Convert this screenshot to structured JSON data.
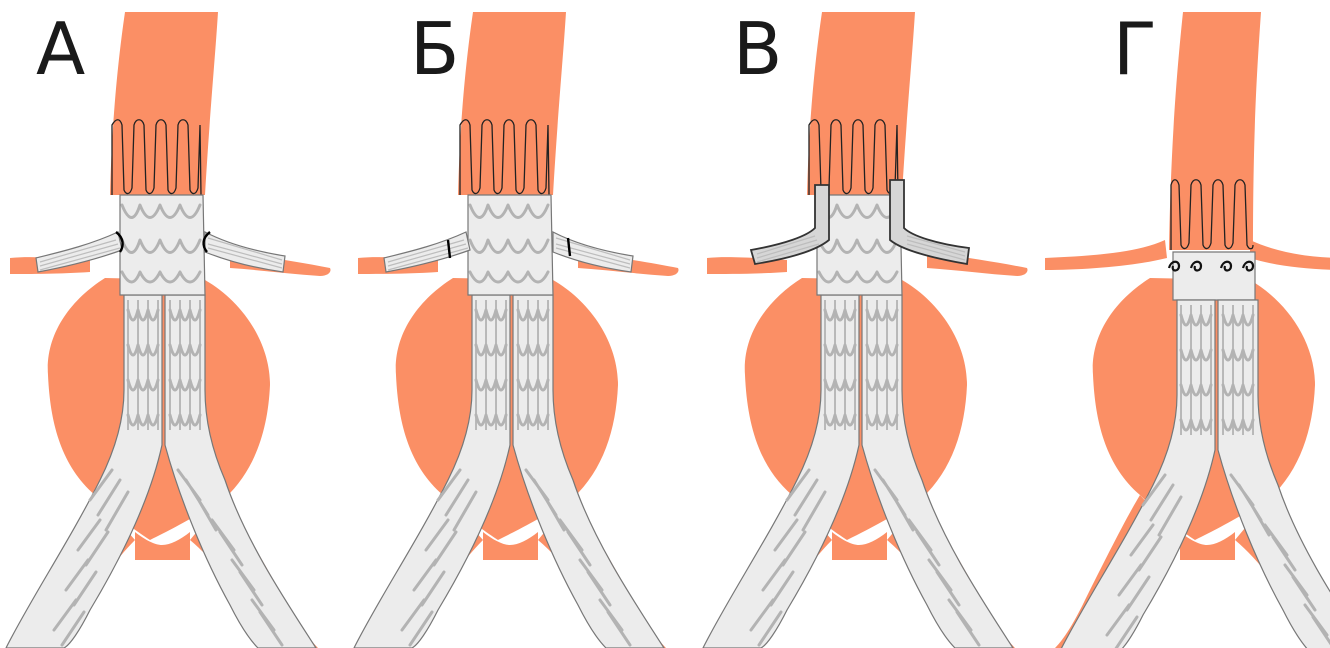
{
  "panels": [
    {
      "label": "А",
      "variant": "fenestrated"
    },
    {
      "label": "Б",
      "variant": "fenestrated-scallop"
    },
    {
      "label": "В",
      "variant": "chimney"
    },
    {
      "label": "Г",
      "variant": "infrarenal-anchors"
    }
  ],
  "colors": {
    "vessel": "#fb8f65",
    "graft": "#ececec",
    "stent_wire": "#b3b3b3",
    "outline": "#222222"
  }
}
